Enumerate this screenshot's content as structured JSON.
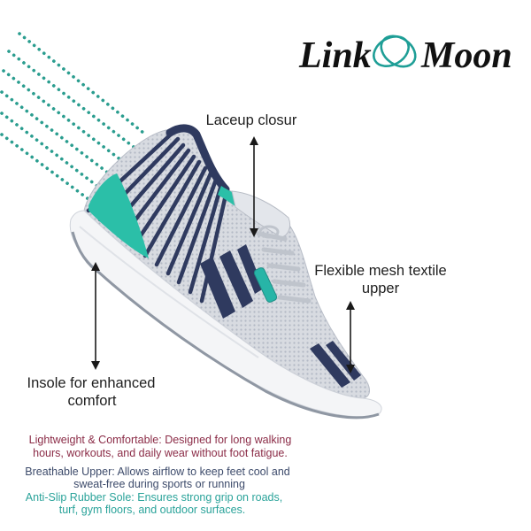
{
  "brand": {
    "name_left": "Link",
    "name_right": "Moon",
    "logo_icon": "interlocking-rings-icon",
    "accent_color": "#1e9e96"
  },
  "decoration": {
    "dot_lines_color": "#2a9d8f"
  },
  "callouts": {
    "laces": {
      "lines": [
        "Laceup closur"
      ]
    },
    "upper": {
      "lines": [
        "Flexible mesh textile",
        "upper"
      ]
    },
    "insole": {
      "lines": [
        "Insole for enhanced",
        "comfort"
      ]
    }
  },
  "features": [
    {
      "lines": [
        "Lightweight & Comfortable: Designed for long walking",
        "hours, workouts, and daily wear without foot fatigue."
      ],
      "color": "#8b2c47"
    },
    {
      "lines": [
        "Breathable Upper: Allows airflow to keep feet cool and",
        "sweat-free during sports or running"
      ],
      "color": "#3d4b6b"
    },
    {
      "lines": [
        "Anti-Slip Rubber Sole: Ensures strong grip on roads,",
        "turf, gym floors, and outdoor surfaces."
      ],
      "color": "#2aa39a"
    }
  ],
  "product_colors": {
    "upper": "#d8dbe1",
    "stripes": "#2f3a5f",
    "accent": "#2bbfa8",
    "sole": "#f4f5f7"
  }
}
